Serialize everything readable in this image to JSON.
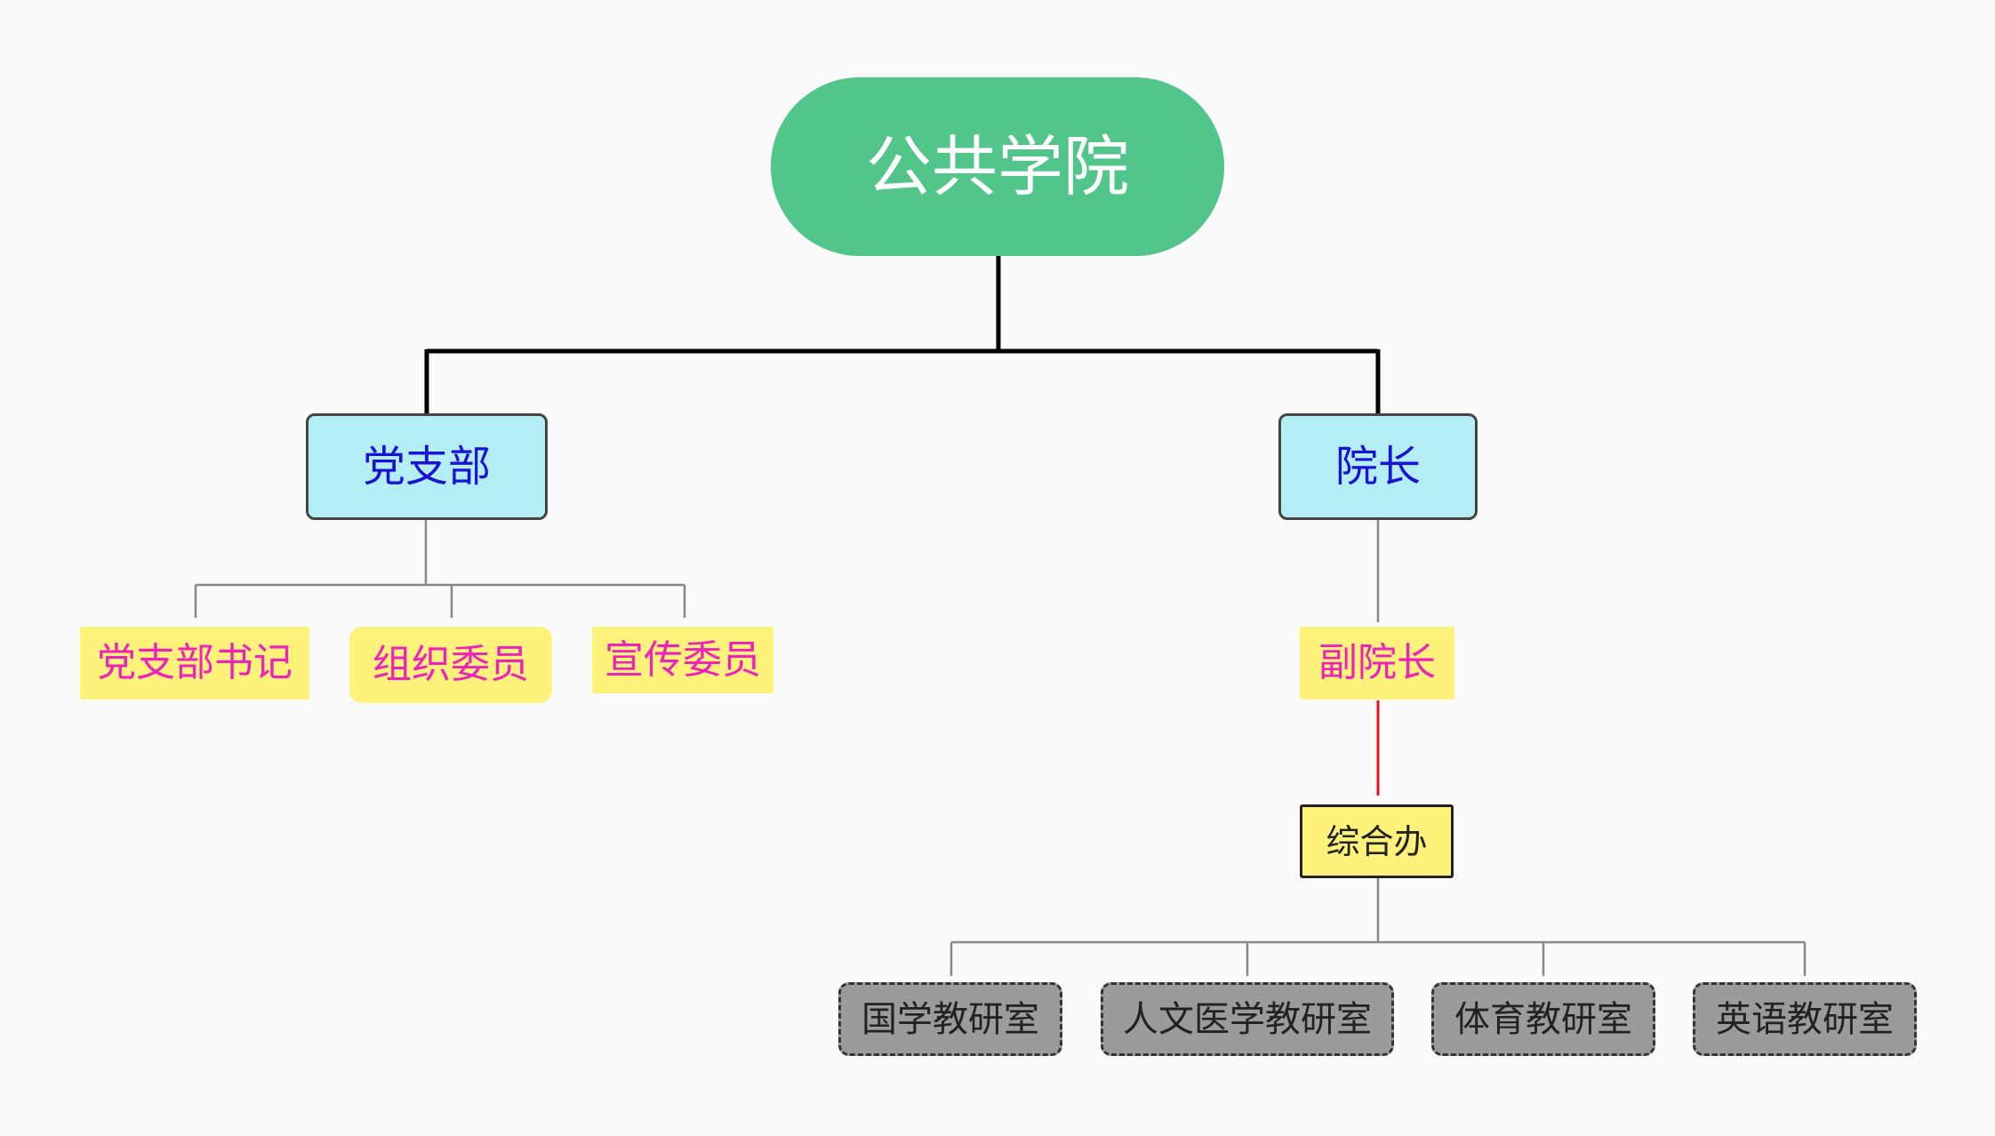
{
  "root": {
    "label": "公共学院"
  },
  "branches": {
    "party": {
      "label": "党支部",
      "children": [
        "党支部书记",
        "组织委员",
        "宣传委员"
      ]
    },
    "dean": {
      "label": "院长",
      "vice": "副院长",
      "office": "综合办",
      "labs": [
        "国学教研室",
        "人文医学教研室",
        "体育教研室",
        "英语教研室"
      ]
    }
  },
  "colors": {
    "root_fill": "#52c58b",
    "level1_fill": "#b3eef4",
    "level1_text": "#1a12d6",
    "level2_fill": "#fff27a",
    "level2_text": "#ee22bb",
    "lab_fill": "#9b9b9b",
    "red_connector": "#e8141c"
  }
}
